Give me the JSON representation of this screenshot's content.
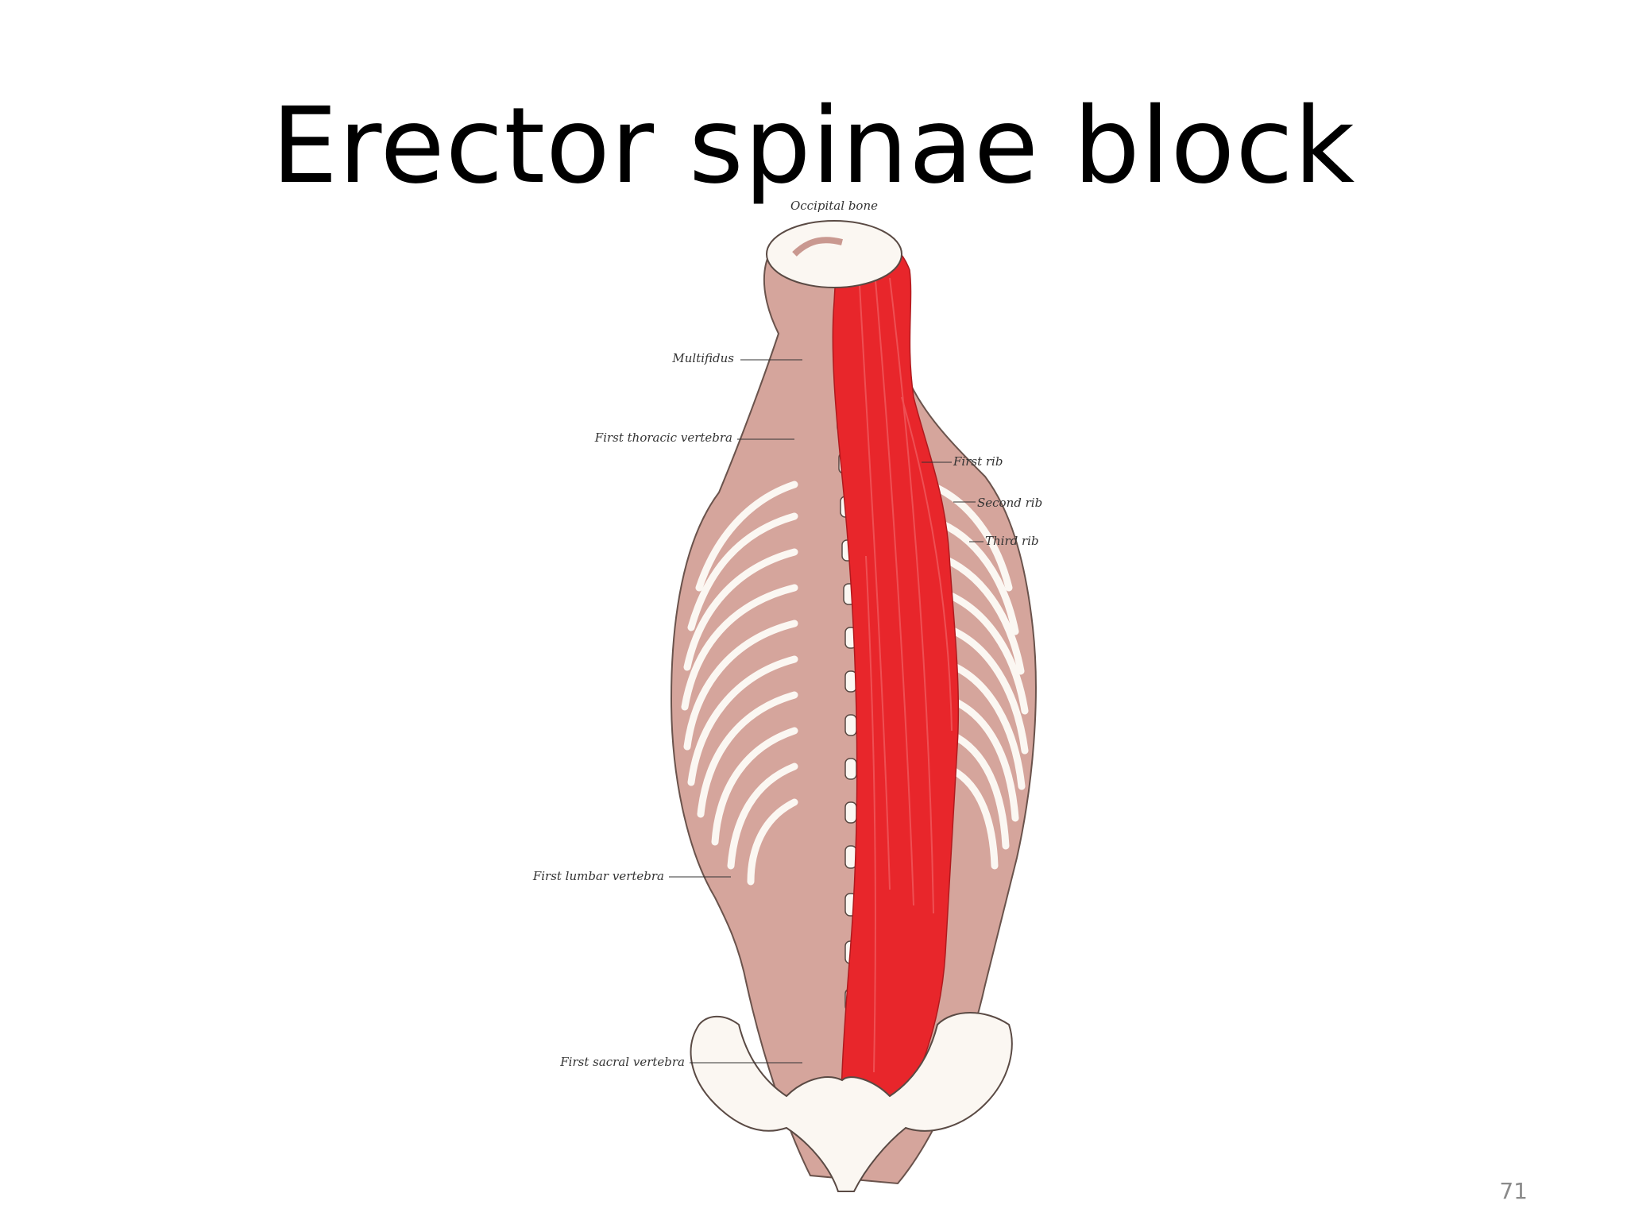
{
  "slide": {
    "title": "Erector spinae block",
    "page_number": "71"
  },
  "figure": {
    "labels": {
      "occipital": "Occipital bone",
      "multifidus": "Multifidus",
      "first_thoracic": "First thoracic vertebra",
      "first_rib": "First rib",
      "second_rib": "Second rib",
      "third_rib": "Third rib",
      "first_lumbar": "First lumbar vertebra",
      "first_sacral": "First sacral vertebra"
    },
    "colors": {
      "highlight_muscle": "#e8262b",
      "muscle": "#c99890",
      "bone": "#fbf7f2",
      "outline": "#5a4a44"
    }
  }
}
